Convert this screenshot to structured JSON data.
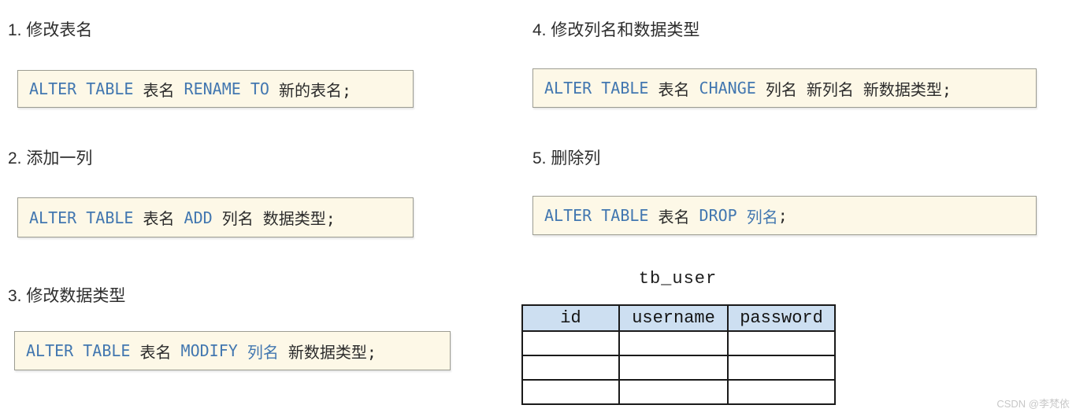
{
  "watermark": {
    "text": "CSDN @李梵依"
  },
  "colors": {
    "keyword_blue": "#4277b0",
    "code_text": "#2b2b2b",
    "code_background": "#fdf8e7",
    "code_border": "#9c9c92",
    "heading_text": "#2d2d2d",
    "table_header_background": "#cddff1",
    "table_border": "#1a1a1a",
    "watermark_color": "#c8c8c8"
  },
  "sections": [
    {
      "heading": "1. 修改表名",
      "tokens": [
        {
          "text": "ALTER TABLE",
          "type": "kw"
        },
        {
          "text": " 表名 ",
          "type": "plain"
        },
        {
          "text": "RENAME TO",
          "type": "kw"
        },
        {
          "text": " 新的表名;",
          "type": "plain"
        }
      ]
    },
    {
      "heading": "2. 添加一列",
      "tokens": [
        {
          "text": "ALTER TABLE",
          "type": "kw"
        },
        {
          "text": " 表名 ",
          "type": "plain"
        },
        {
          "text": "ADD",
          "type": "kw"
        },
        {
          "text": " 列名 数据类型;",
          "type": "plain"
        }
      ]
    },
    {
      "heading": "3. 修改数据类型",
      "tokens": [
        {
          "text": "ALTER TABLE",
          "type": "kw"
        },
        {
          "text": " 表名 ",
          "type": "plain"
        },
        {
          "text": "MODIFY",
          "type": "kw"
        },
        {
          "text": " ",
          "type": "plain"
        },
        {
          "text": "列名",
          "type": "kw"
        },
        {
          "text": " 新数据类型;",
          "type": "plain"
        }
      ]
    },
    {
      "heading": "4. 修改列名和数据类型",
      "tokens": [
        {
          "text": "ALTER TABLE",
          "type": "kw"
        },
        {
          "text": " 表名 ",
          "type": "plain"
        },
        {
          "text": "CHANGE",
          "type": "kw"
        },
        {
          "text": " 列名 新列名 新数据类型;",
          "type": "plain"
        }
      ]
    },
    {
      "heading": "5. 删除列",
      "tokens": [
        {
          "text": "ALTER TABLE",
          "type": "kw"
        },
        {
          "text": " 表名 ",
          "type": "plain"
        },
        {
          "text": "DROP",
          "type": "kw"
        },
        {
          "text": " ",
          "type": "plain"
        },
        {
          "text": "列名",
          "type": "kw"
        },
        {
          "text": ";",
          "type": "plain"
        }
      ]
    }
  ],
  "table": {
    "title": "tb_user",
    "columns": [
      "id",
      "username",
      "password"
    ],
    "empty_rows": 3
  }
}
